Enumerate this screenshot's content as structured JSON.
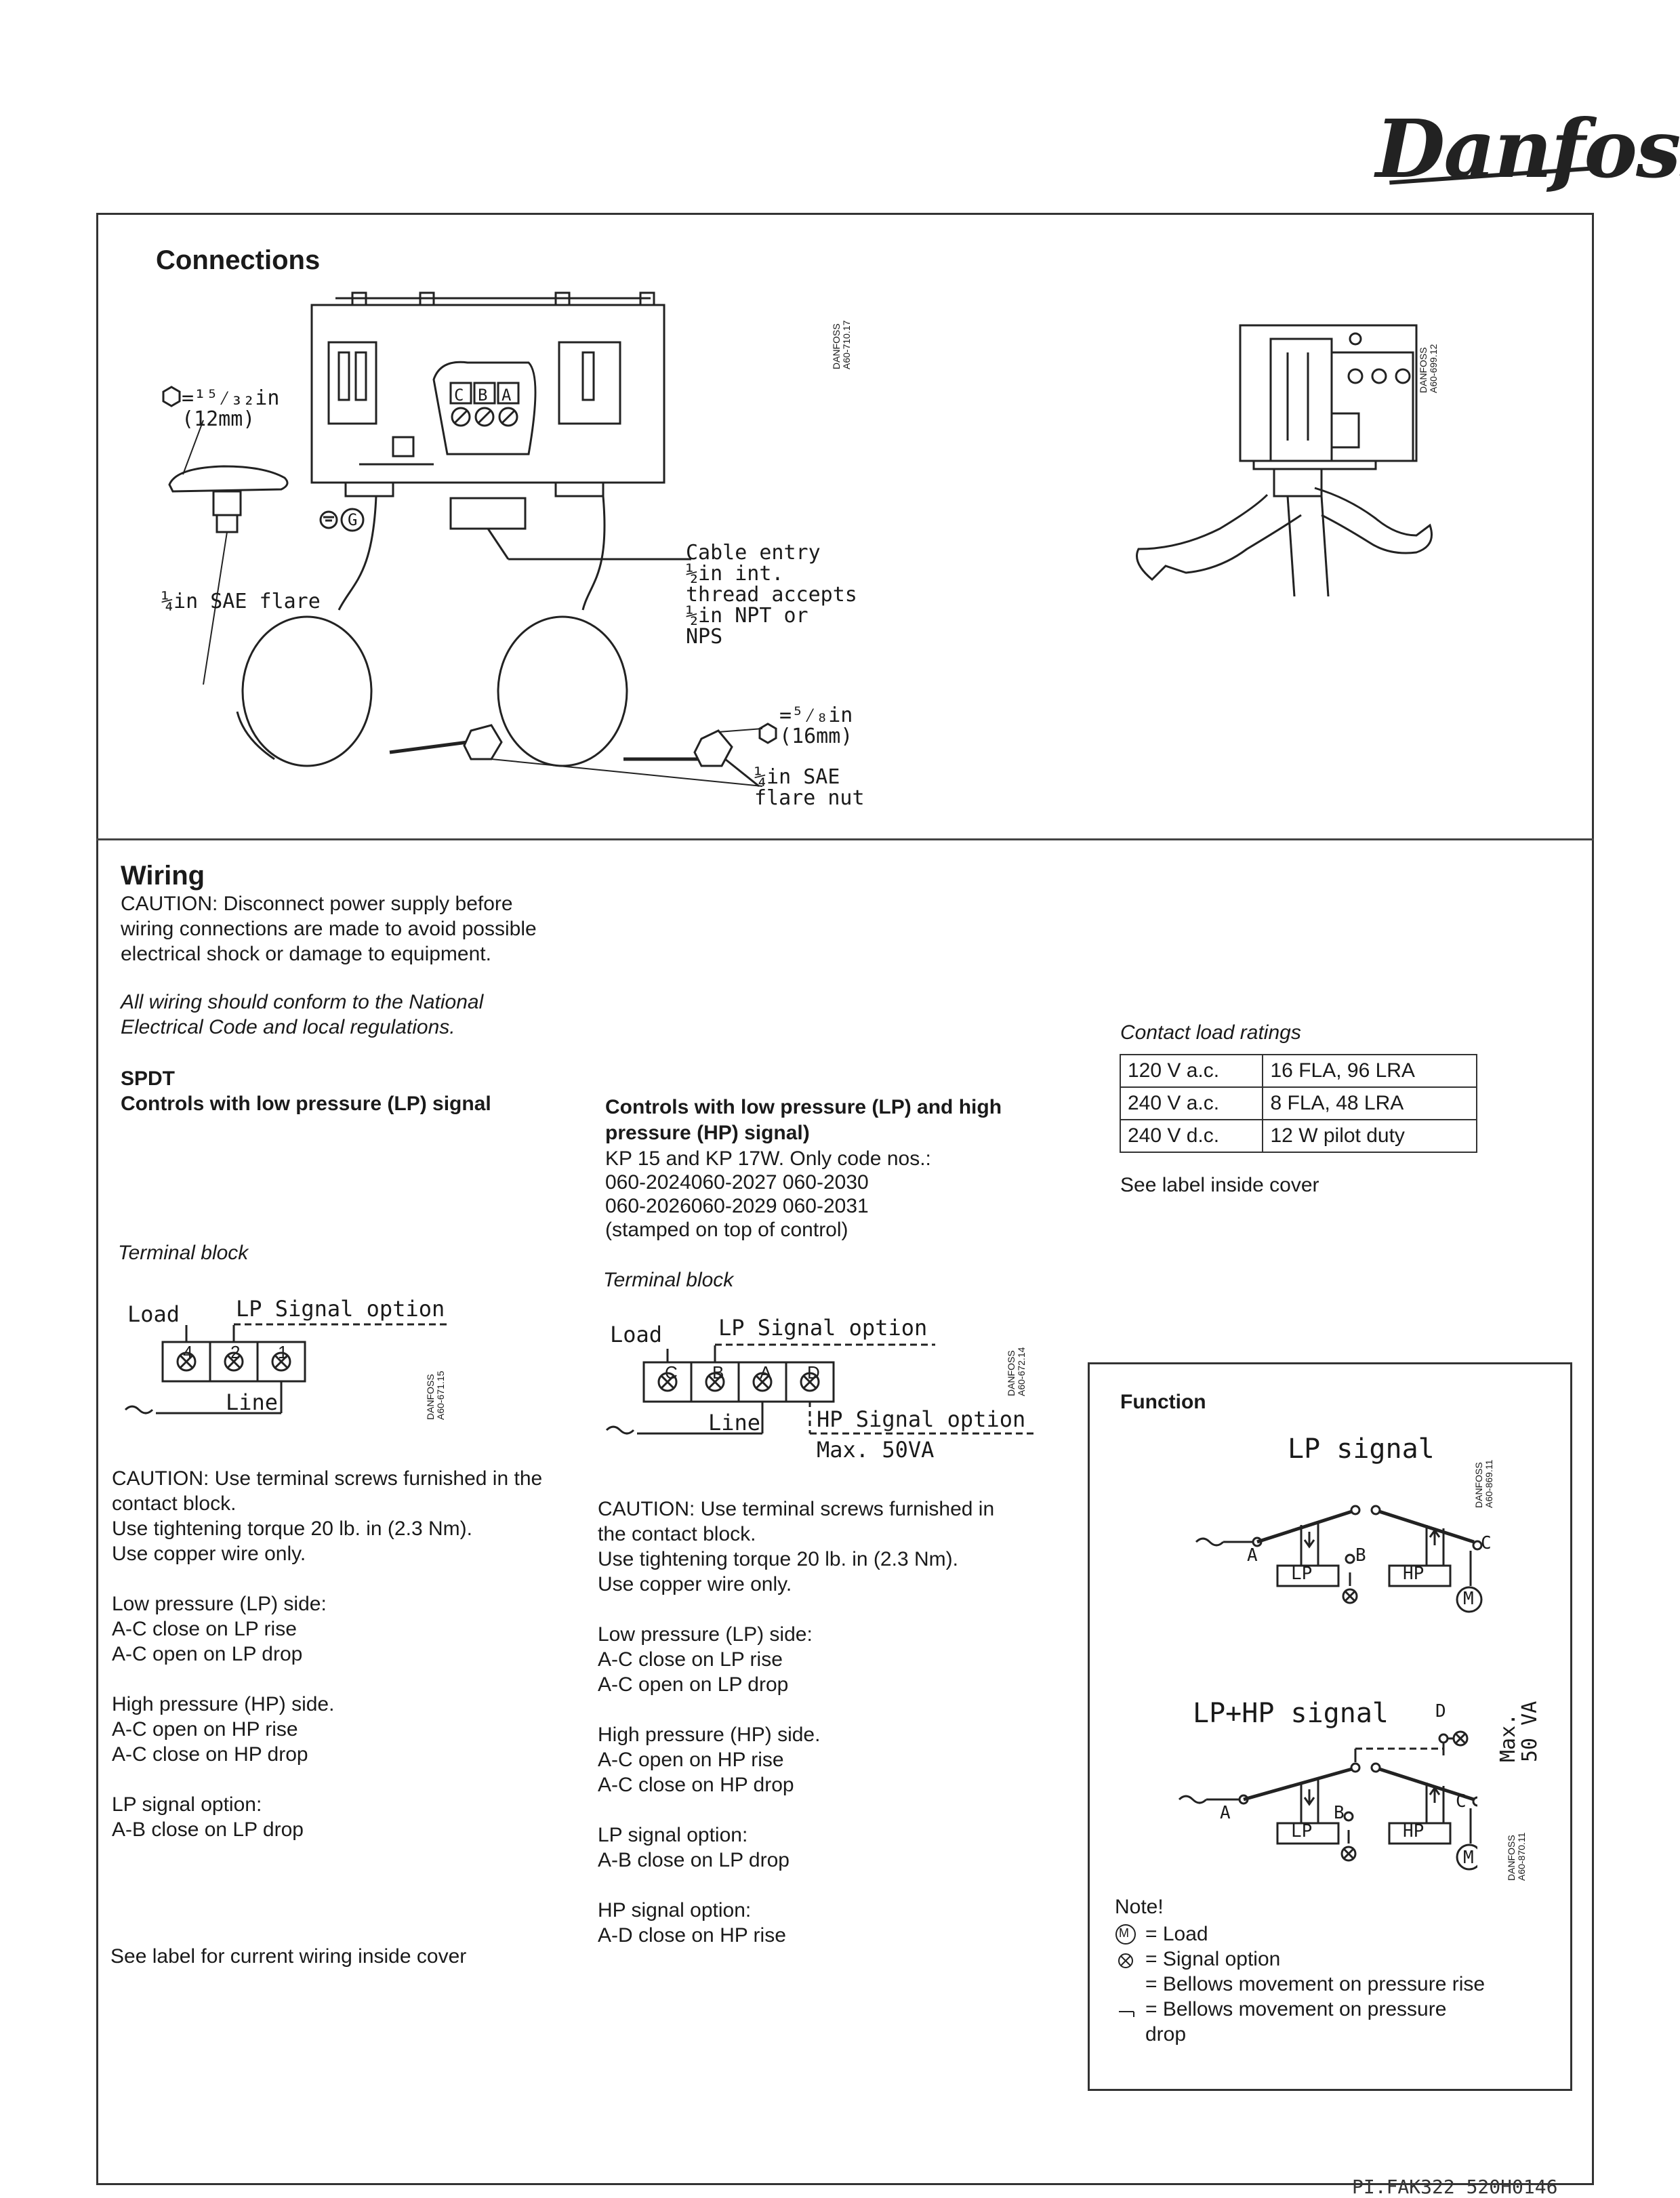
{
  "brand": {
    "logo_text": "Danfoss"
  },
  "connections": {
    "title": "Connections",
    "hex_left": "=¹⁵⁄₃₂in\n(12mm)",
    "flare_left": "¼in SAE flare",
    "ground": "G",
    "terminals": [
      "C",
      "B",
      "A"
    ],
    "cable_entry": "Cable entry\n½in int.\nthread accepts\n½in NPT or\nNPS",
    "hex_right": "=⁵⁄₈in\n(16mm)",
    "flare_nut": "¼in SAE\nflare nut",
    "code_1": "DANFOSS\nA60-710.17",
    "code_2": "DANFOSS\nA60-699.12"
  },
  "wiring": {
    "title": "Wiring",
    "caution": "CAUTION: Disconnect power supply before\nwiring connections are made to avoid possible\nelectrical shock or damage to equipment.",
    "conform": "All wiring should conform to the National\nElectrical Code and local regulations.",
    "spdt_title": "SPDT",
    "spdt_subtitle": "Controls with low pressure (LP) signal",
    "lphp_title": "Controls with low pressure (LP) and high\npressure (HP) signal)",
    "lphp_desc": "KP 15 and KP 17W. Only code nos.:\n060-2024060-2027  060-2030\n060-2026060-2029  060-2031\n(stamped on top of control)",
    "terminal_block": "Terminal block",
    "load": "Load",
    "lp_signal_option": "LP Signal option",
    "line": "Line",
    "hp_signal_option": "HP Signal option",
    "max_va": "Max. 50VA",
    "tb1_nums": [
      "4",
      "2",
      "1"
    ],
    "tb2_letters": [
      "C",
      "B",
      "A",
      "D"
    ],
    "code_3": "DANFOSS\nA60-671.15",
    "code_4": "DANFOSS\nA60-672.14",
    "left_col": "CAUTION: Use terminal screws furnished in the\ncontact block.\nUse tightening torque 20 lb. in (2.3 Nm).\nUse copper wire only.\n\nLow pressure (LP) side:\nA-C close on LP rise\nA-C open on LP drop\n\nHigh pressure (HP) side.\nA-C open on HP rise\nA-C close on HP drop\n\nLP signal option:\nA-B close on LP drop",
    "see_label_left": "See label for current wiring inside cover",
    "mid_col": "CAUTION: Use terminal screws furnished in\nthe contact block.\nUse tightening torque 20 lb. in (2.3 Nm).\nUse copper wire only.\n\nLow pressure (LP) side:\nA-C close on LP rise\nA-C open on LP drop\n\nHigh pressure (HP) side.\nA-C open on HP rise\nA-C close on HP drop\n\nLP signal option:\nA-B close on LP drop\n\nHP signal option:\nA-D close on HP rise"
  },
  "ratings": {
    "title": "Contact load ratings",
    "rows": [
      [
        "120 V a.c.",
        "16 FLA, 96 LRA"
      ],
      [
        "240 V a.c.",
        "8 FLA, 48 LRA"
      ],
      [
        "240 V d.c.",
        "12 W pilot duty"
      ]
    ],
    "note": "See label inside cover"
  },
  "function": {
    "title": "Function",
    "lp_signal": "LP signal",
    "lphp_signal": "LP+HP signal",
    "lp_box": "LP",
    "hp_box": "HP",
    "motor": "M",
    "pt_a": "A",
    "pt_b": "B",
    "pt_c": "C",
    "pt_d": "D",
    "max_va": "Max.\n50 VA",
    "code_5": "DANFOSS\nA60-869.11",
    "code_6": "DANFOSS\nA60-870.11",
    "note_title": "Note!",
    "note_load": "= Load",
    "note_signal": "= Signal option",
    "note_rise": "= Bellows movement on pressure rise",
    "note_drop": "= Bellows movement on pressure\n   drop"
  },
  "footer": {
    "ref": "PI.FAK322 520H0146"
  }
}
